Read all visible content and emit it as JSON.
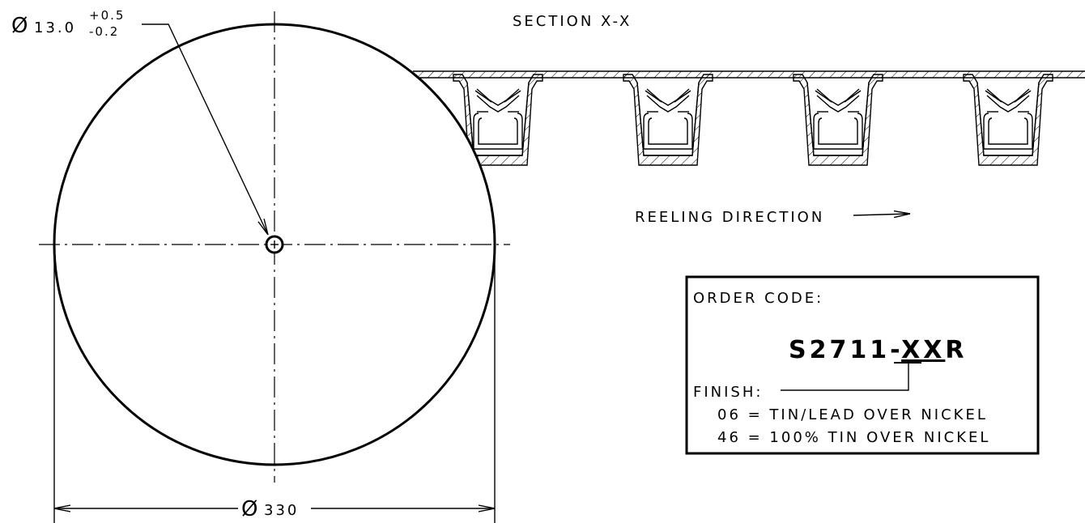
{
  "section_label": "SECTION X-X",
  "reeling_direction_label": "REELING DIRECTION",
  "hub_dimension": {
    "symbol": "Ø",
    "value": "13.0",
    "tol_plus": "+0.5",
    "tol_minus": "-0.2"
  },
  "reel_dimension": {
    "symbol": "Ø",
    "value": "330"
  },
  "order_box": {
    "title": "ORDER CODE:",
    "code_prefix": "S2711-",
    "code_variable": "XX",
    "code_suffix": "R",
    "finish_label": "FINISH:",
    "options": [
      "06 = TIN/LEAD OVER NICKEL",
      "46 = 100% TIN OVER NICKEL"
    ]
  }
}
